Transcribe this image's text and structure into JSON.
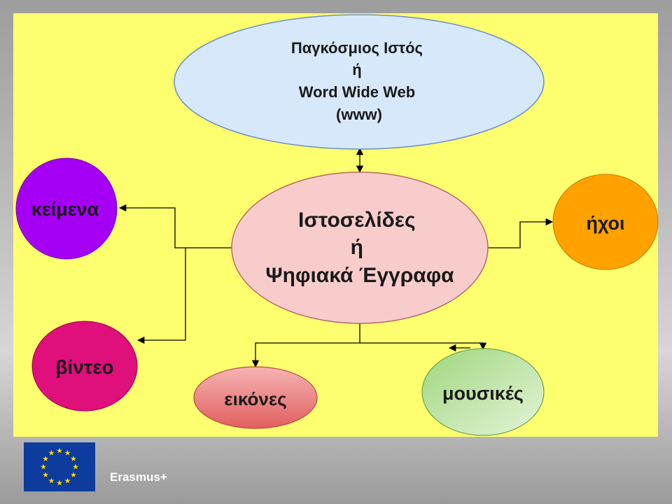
{
  "colors": {
    "panel": "#feff6e",
    "www_fill": "#d6e8fa",
    "center_fill": "#f9cccc",
    "text_fill": "#a500f5",
    "video_fill": "#df0f7b",
    "sound_fill": "#ffa200",
    "images_fill": "#ec7b7b",
    "music_fill": "#b6e09c",
    "eu_blue": "#0d3c9e",
    "eu_star": "#ffdd00"
  },
  "nodes": {
    "www": {
      "lines": [
        "Παγκόσμιος Ιστός",
        "ή",
        "Word Wide Web",
        "(www)"
      ]
    },
    "center": {
      "lines": [
        "Ιστοσελίδες",
        "ή",
        "Ψηφιακά Έγγραφα"
      ]
    },
    "text": {
      "label": "κείμενα"
    },
    "video": {
      "label": "βίντεο"
    },
    "sounds": {
      "label": "ήχοι"
    },
    "images": {
      "label": "εικόνες"
    },
    "music": {
      "label": "μουσικές"
    }
  },
  "footer": {
    "flag_icon": "eu-flag-icon",
    "program": "Erasmus+"
  }
}
